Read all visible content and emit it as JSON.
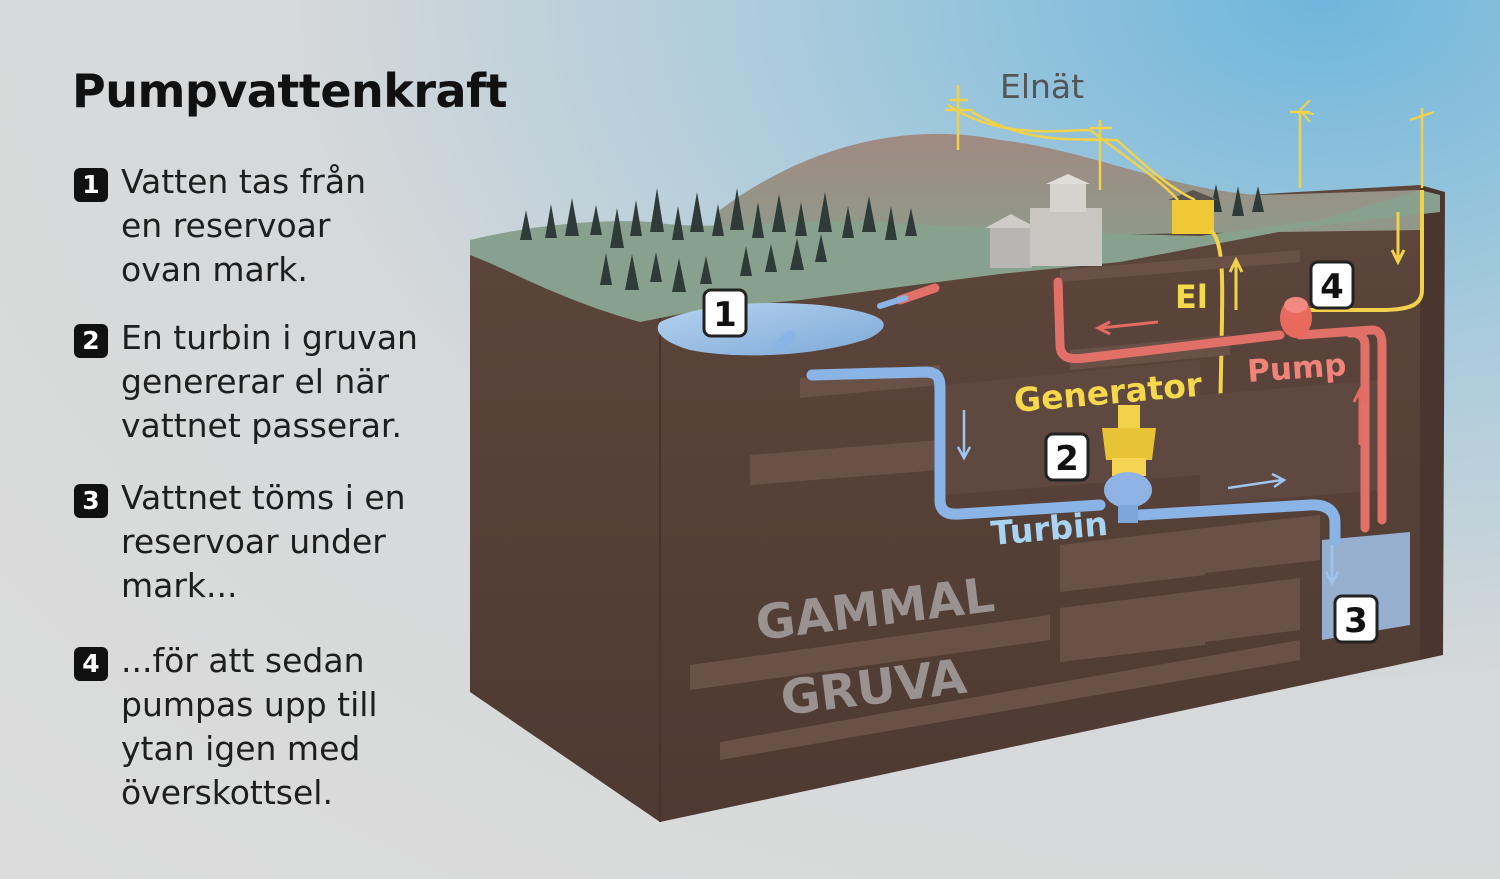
{
  "title": "Pumpvattenkraft",
  "steps": [
    {
      "number": "1",
      "text": "Vatten tas från\nen reservoar\novan mark."
    },
    {
      "number": "2",
      "text": "En turbin i gruvan\ngenererar el när\nvattnet passerar."
    },
    {
      "number": "3",
      "text": "Vattnet töms i en\nreservoar under\nmark..."
    },
    {
      "number": "4",
      "text": "...för att sedan\npumpas upp till\nytan igen med\növerskottsel."
    }
  ],
  "diagram": {
    "labels": {
      "grid": "Elnät",
      "el": "El",
      "generator": "Generator",
      "pump": "Pump",
      "turbine": "Turbin",
      "mine_line1": "GAMMAL",
      "mine_line2": "GRUVA"
    },
    "badges": [
      "1",
      "2",
      "3",
      "4"
    ],
    "colors": {
      "earth": "#5a4239",
      "water_pipe": "#8ab4e6",
      "pump_pipe": "#e07068",
      "power_line": "#f2d24a",
      "generator_text": "#f6d84c",
      "pump_text": "#f0837a",
      "turbine_text": "#a9d3f2",
      "mine_text": "#9a9290"
    }
  }
}
